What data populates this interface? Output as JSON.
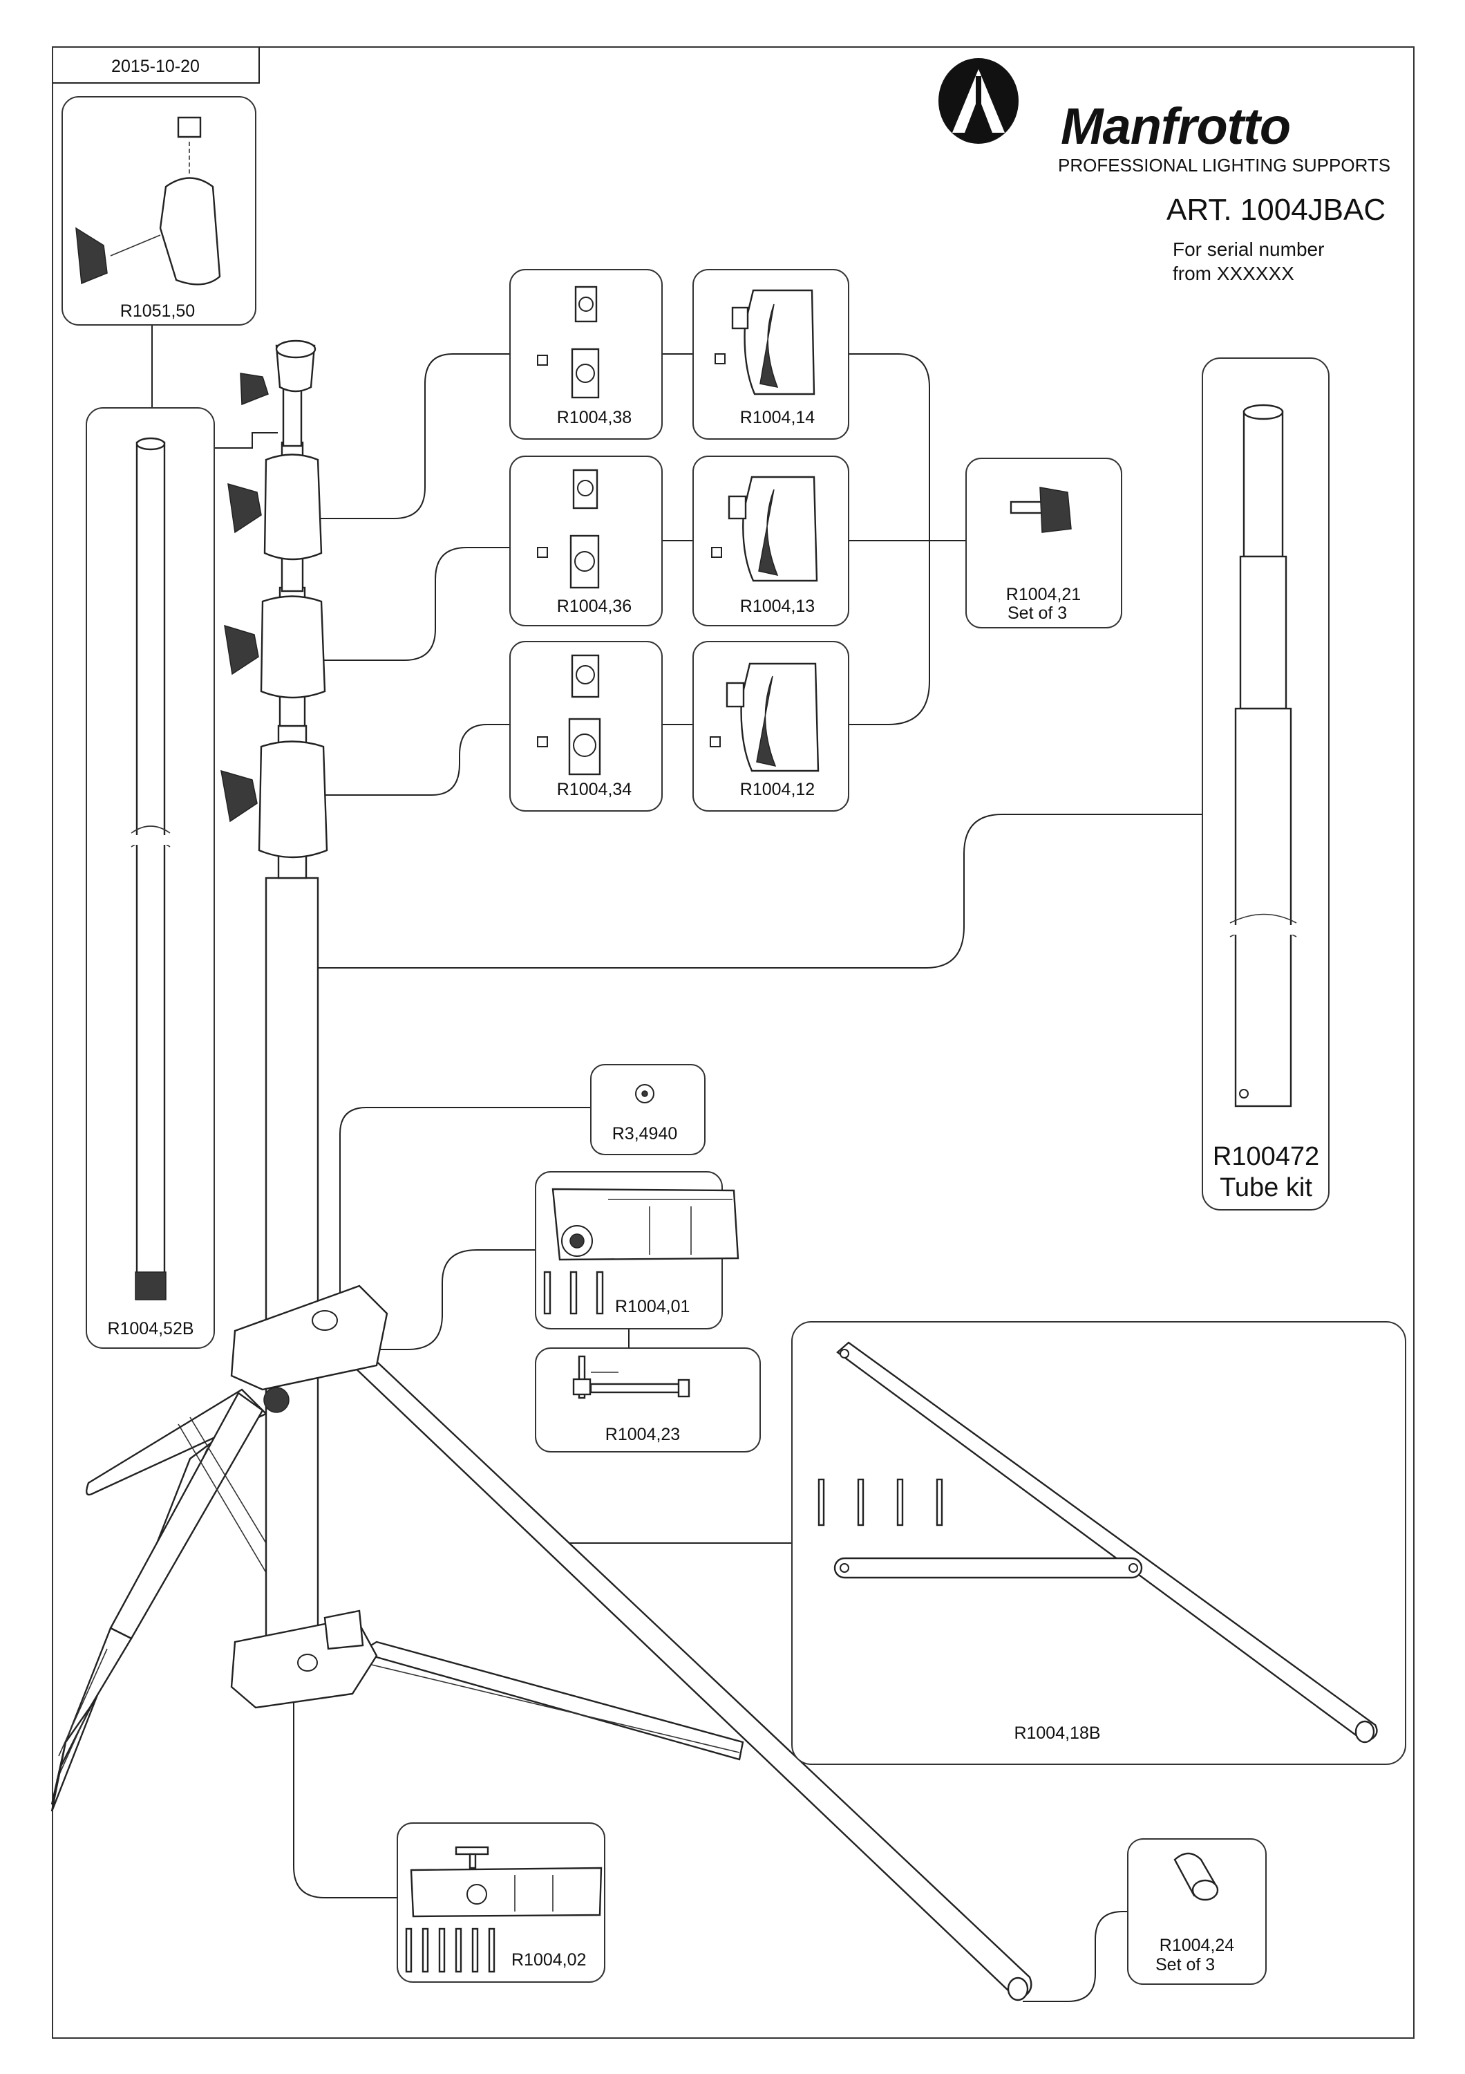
{
  "header": {
    "date": "2015-10-20",
    "brand": "Manfrotto",
    "tagline": "PROFESSIONAL LIGHTING SUPPORTS",
    "article": "ART. 1004JBAC",
    "serial_line1": "For serial number",
    "serial_line2": "from XXXXXX"
  },
  "parts": {
    "r1051_50": "R1051,50",
    "r1004_52b": "R1004,52B",
    "r1004_38": "R1004,38",
    "r1004_14": "R1004,14",
    "r1004_36": "R1004,36",
    "r1004_13": "R1004,13",
    "r1004_34": "R1004,34",
    "r1004_12": "R1004,12",
    "r1004_21": "R1004,21",
    "r1004_21_note": "Set of 3",
    "r100472": "R100472",
    "r100472_note": "Tube kit",
    "r3_4940": "R3,4940",
    "r1004_01": "R1004,01",
    "r1004_23": "R1004,23",
    "r1004_18b": "R1004,18B",
    "r1004_02": "R1004,02",
    "r1004_24": "R1004,24",
    "r1004_24_note": "Set of 3"
  }
}
